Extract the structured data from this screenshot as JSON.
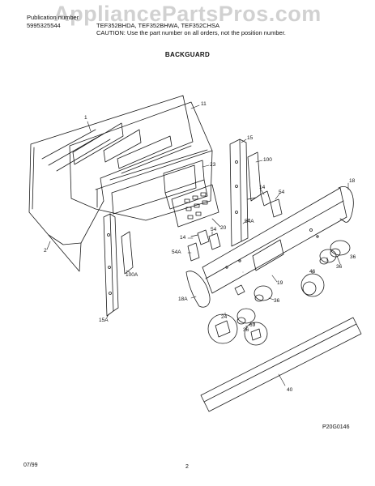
{
  "header": {
    "publication_label": "Publication number",
    "publication_number": "5995325544",
    "models": "TEF352BHDA, TEF352BHWA, TEF352CHSA",
    "caution": "CAUTION: Use the part number on all orders, not the position number."
  },
  "watermark": "AppliancePartsPros.com",
  "section_title": "BACKGUARD",
  "callouts": [
    "1",
    "11",
    "2",
    "23",
    "20",
    "15",
    "100",
    "14",
    "54",
    "54A",
    "14",
    "54",
    "54A",
    "100A",
    "15A",
    "18",
    "19",
    "46",
    "36",
    "36",
    "36",
    "18A",
    "24",
    "69",
    "36",
    "40"
  ],
  "figure_code": "P20G0146",
  "footer": {
    "date": "07/99",
    "page": "2"
  },
  "colors": {
    "line": "#1a1a1a",
    "watermark": "#c9c9c9"
  }
}
